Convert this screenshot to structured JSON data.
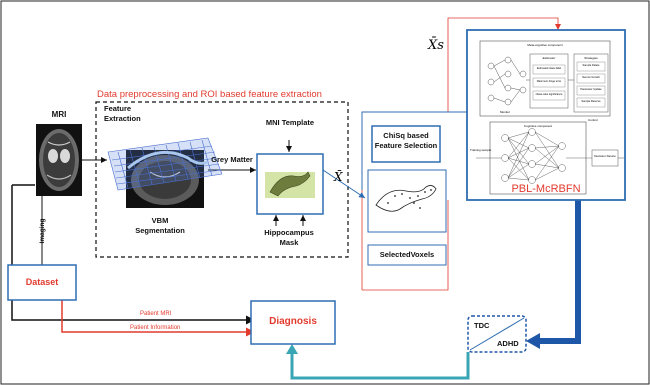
{
  "title": "Data preprocessing and ROI based feature extraction",
  "labels": {
    "mri": "MRI",
    "feature_extraction": "Feature Extraction",
    "vbm_segmentation": "VBM Segmentation",
    "grey_matter": "Grey Matter",
    "mni_template": "MNI Template",
    "hippocampus_mask": "Hippocampus Mask",
    "x_bar": "X̄",
    "xs_bar": "X̄s",
    "chisq": "ChiSq based Feature Selection",
    "selected_voxels": "SelectedVoxels",
    "imaging": "Imaging",
    "dataset": "Dataset",
    "patient_mri": "Patient MRI",
    "patient_information": "Patient Information",
    "diagnosis": "Diagnosis",
    "pbl": "PBL-McRBFN",
    "tdc": "TDC",
    "adhd": "ADHD"
  },
  "pbl_inner": {
    "meta_title": "Meta-cognitive component",
    "estimator": "Estimator",
    "strategies": "Strategies",
    "estimator_items": [
      "Estimated class label",
      "Maximum hinge error",
      "Class-wise significance"
    ],
    "strategy_items": [
      "Sample Delete",
      "Neuron Growth",
      "Parameter Update",
      "Sample Reserve"
    ],
    "monitor": "Monitor",
    "control": "Control",
    "cognitive_title": "Cognitive component",
    "training_sample": "Training sample",
    "decision": "Decision Device"
  },
  "colors": {
    "red": "#e23b2e",
    "blue": "#2f6db3",
    "dark_blue": "#1f57a8",
    "teal": "#3aa6b5"
  }
}
